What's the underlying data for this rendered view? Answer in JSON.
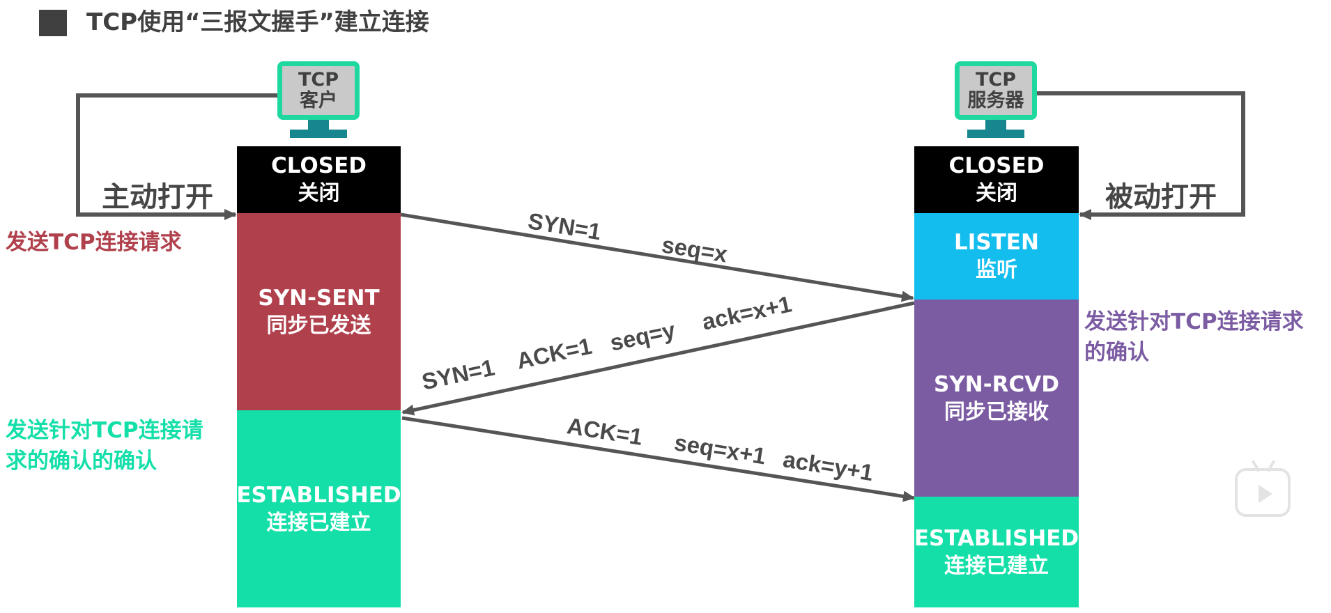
{
  "title": "TCP使用“三报文握手”建立连接",
  "client": {
    "computer_line1": "TCP",
    "computer_line2": "客户",
    "open_label": "主动打开",
    "states": {
      "closed": {
        "en": "CLOSED",
        "cn": "关闭"
      },
      "syn_sent": {
        "en": "SYN-SENT",
        "cn": "同步已发送"
      },
      "established": {
        "en": "ESTABLISHED",
        "cn": "连接已建立"
      }
    },
    "notes": {
      "send_request": "发送TCP连接请求",
      "send_ack_of_ack_line1": "发送针对TCP连接请",
      "send_ack_of_ack_line2": "求的确认的确认"
    }
  },
  "server": {
    "computer_line1": "TCP",
    "computer_line2": "服务器",
    "open_label": "被动打开",
    "states": {
      "closed": {
        "en": "CLOSED",
        "cn": "关闭"
      },
      "listen": {
        "en": "LISTEN",
        "cn": "监听"
      },
      "syn_rcvd": {
        "en": "SYN-RCVD",
        "cn": "同步已接收"
      },
      "established": {
        "en": "ESTABLISHED",
        "cn": "连接已建立"
      }
    },
    "notes": {
      "send_ack_line1": "发送针对TCP连接请求",
      "send_ack_line2": "的确认"
    }
  },
  "messages": {
    "m1": {
      "syn": "SYN=1",
      "seq": "seq=x"
    },
    "m2": {
      "syn": "SYN=1",
      "ack_flag": "ACK=1",
      "seq": "seq=y",
      "ack": "ack=x+1"
    },
    "m3": {
      "ack_flag": "ACK=1",
      "seq": "seq=x+1",
      "ack": "ack=y+1"
    }
  },
  "colors": {
    "closed": "#000000",
    "syn_sent": "#b0414c",
    "established": "#14dfa8",
    "listen": "#13bdee",
    "syn_rcvd": "#7b5ca3",
    "client_note_red": "#b0414c",
    "client_note_green": "#14dfa8",
    "server_note_purple": "#7b5ca3",
    "arrow": "#555555"
  },
  "icons": [
    "computer-icon",
    "play-icon"
  ]
}
